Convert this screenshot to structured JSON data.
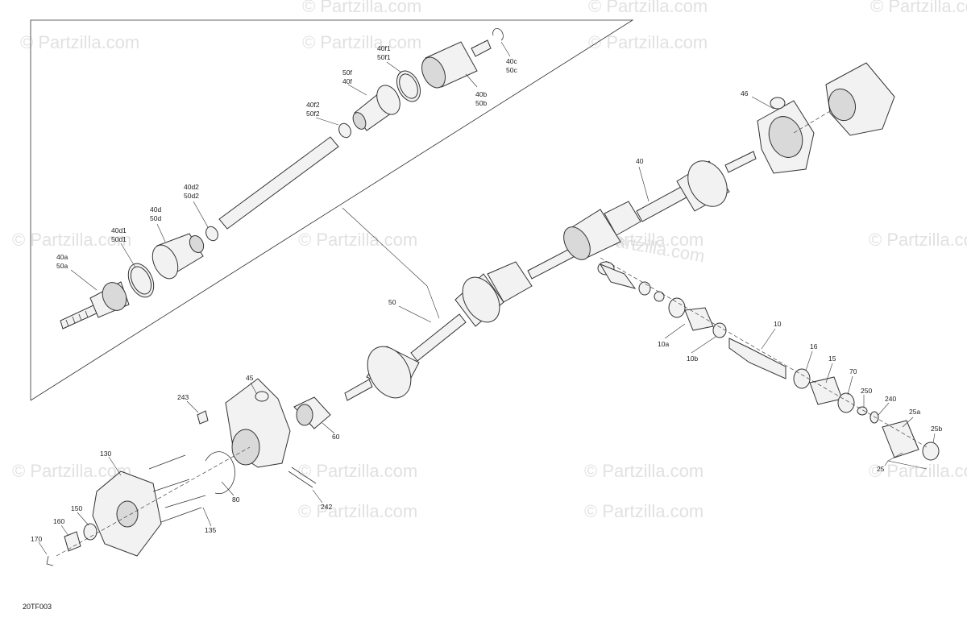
{
  "reference_code": "20TF003",
  "watermark_text": "© Partzilla.com",
  "labels": {
    "p40a": [
      "40a",
      "50a"
    ],
    "p40d1": [
      "40d1",
      "50d1"
    ],
    "p40d": [
      "40d",
      "50d"
    ],
    "p40d2": [
      "40d2",
      "50d2"
    ],
    "p40f2": [
      "40f2",
      "50f2"
    ],
    "p50f": [
      "50f",
      "40f"
    ],
    "p40f1": [
      "40f1",
      "50f1"
    ],
    "p40b": [
      "40b",
      "50b"
    ],
    "p40c": [
      "40c",
      "50c"
    ],
    "p40": "40",
    "p46": "46",
    "p50": "50",
    "p10": "10",
    "p10a": "10a",
    "p10b": "10b",
    "p16": "16",
    "p15": "15",
    "p70": "70",
    "p250": "250",
    "p240": "240",
    "p25a": "25a",
    "p25b": "25b",
    "p25": "25",
    "p45": "45",
    "p243": "243",
    "p60": "60",
    "p80": "80",
    "p242": "242",
    "p130": "130",
    "p135": "135",
    "p150": "150",
    "p160": "160",
    "p170": "170"
  },
  "colors": {
    "line": "#333333",
    "fill": "#f2f2f2",
    "watermark": "#c9c9c9"
  }
}
